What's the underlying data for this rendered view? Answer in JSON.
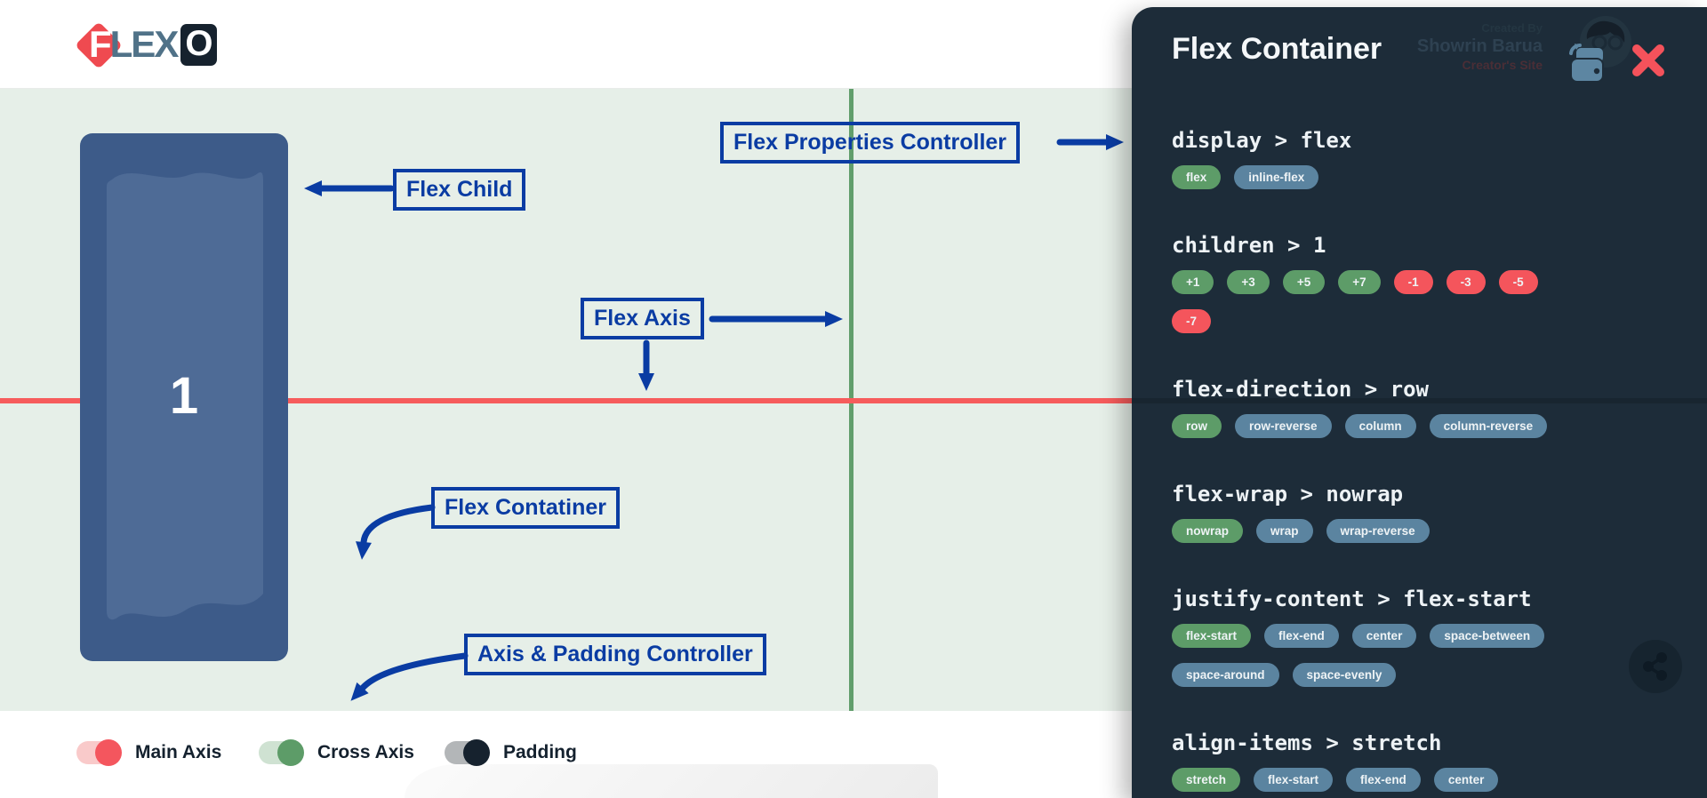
{
  "header": {
    "logo": {
      "f": "F",
      "lex": "LEX",
      "o": "O"
    }
  },
  "canvas": {
    "child_number": "1",
    "annotations": [
      {
        "id": "flex-child",
        "label": "Flex Child"
      },
      {
        "id": "flex-properties-controller",
        "label": "Flex Properties Controller"
      },
      {
        "id": "flex-axis",
        "label": "Flex Axis"
      },
      {
        "id": "flex-container",
        "label": "Flex Contatiner"
      },
      {
        "id": "axis-padding-controller",
        "label": "Axis & Padding Controller"
      }
    ]
  },
  "legend": {
    "items": [
      {
        "id": "main-axis",
        "label": "Main Axis",
        "color": "#f4565e",
        "track": "#f9caca"
      },
      {
        "id": "cross-axis",
        "label": "Cross Axis",
        "color": "#5d9c68",
        "track": "#cfe2d2"
      },
      {
        "id": "padding",
        "label": "Padding",
        "color": "#16222e",
        "track": "#b3b6b8"
      }
    ]
  },
  "panel": {
    "title": "Flex Container",
    "credit": {
      "line1": "Created By",
      "line2": "Showrin Barua",
      "line3": "Creator's Site"
    },
    "close_icon": "close-x",
    "sections": [
      {
        "property": "display",
        "value": "flex",
        "options": [
          {
            "label": "flex",
            "variant": "green",
            "row": 0
          },
          {
            "label": "inline-flex",
            "variant": "slate",
            "row": 0
          }
        ]
      },
      {
        "property": "children",
        "value": "1",
        "options": [
          {
            "label": "+1",
            "variant": "green",
            "row": 0
          },
          {
            "label": "+3",
            "variant": "green",
            "row": 0
          },
          {
            "label": "+5",
            "variant": "green",
            "row": 0
          },
          {
            "label": "+7",
            "variant": "green",
            "row": 0
          },
          {
            "label": "-1",
            "variant": "red",
            "row": 0
          },
          {
            "label": "-3",
            "variant": "red",
            "row": 0
          },
          {
            "label": "-5",
            "variant": "red",
            "row": 0
          },
          {
            "label": "-7",
            "variant": "red",
            "row": 1
          }
        ]
      },
      {
        "property": "flex-direction",
        "value": "row",
        "options": [
          {
            "label": "row",
            "variant": "green",
            "row": 0
          },
          {
            "label": "row-reverse",
            "variant": "slate",
            "row": 0
          },
          {
            "label": "column",
            "variant": "slate",
            "row": 0
          },
          {
            "label": "column-reverse",
            "variant": "slate",
            "row": 0
          }
        ]
      },
      {
        "property": "flex-wrap",
        "value": "nowrap",
        "options": [
          {
            "label": "nowrap",
            "variant": "green",
            "row": 0
          },
          {
            "label": "wrap",
            "variant": "slate",
            "row": 0
          },
          {
            "label": "wrap-reverse",
            "variant": "slate",
            "row": 0
          }
        ]
      },
      {
        "property": "justify-content",
        "value": "flex-start",
        "options": [
          {
            "label": "flex-start",
            "variant": "green",
            "row": 0
          },
          {
            "label": "flex-end",
            "variant": "slate",
            "row": 0
          },
          {
            "label": "center",
            "variant": "slate",
            "row": 0
          },
          {
            "label": "space-between",
            "variant": "slate",
            "row": 0
          },
          {
            "label": "space-around",
            "variant": "slate",
            "row": 1
          },
          {
            "label": "space-evenly",
            "variant": "slate",
            "row": 1
          }
        ]
      },
      {
        "property": "align-items",
        "value": "stretch",
        "options": [
          {
            "label": "stretch",
            "variant": "green",
            "row": 0
          },
          {
            "label": "flex-start",
            "variant": "slate",
            "row": 0
          },
          {
            "label": "flex-end",
            "variant": "slate",
            "row": 0
          },
          {
            "label": "center",
            "variant": "slate",
            "row": 0
          }
        ]
      }
    ]
  },
  "colors": {
    "panel_bg": "#1d2c39",
    "canvas_bg": "#e6efe8",
    "annotation_blue": "#0a3ca3",
    "main_axis_red": "#f65c5c",
    "cross_axis_green": "#619e6c",
    "child_blue": "#3d5b89",
    "pill_green": "#5d9c68",
    "pill_slate": "#5b84a0",
    "pill_red": "#f4555c"
  }
}
